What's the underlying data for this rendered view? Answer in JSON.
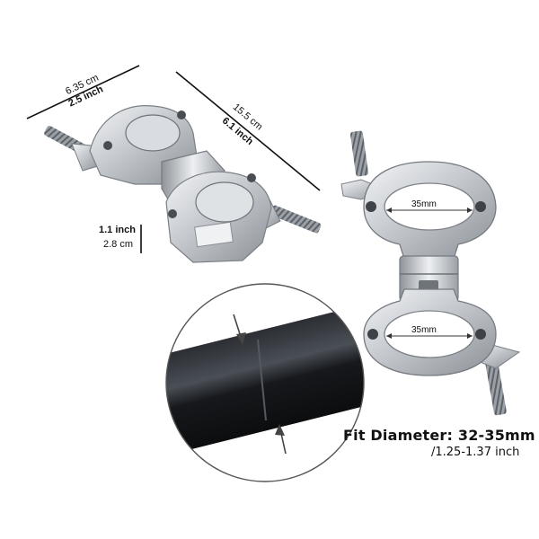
{
  "dimensions": {
    "width_cm": "6.35 cm",
    "width_inch": "2.5 inch",
    "length_cm": "15.5 cm",
    "length_inch": "6.1 inch",
    "height_inch": "1.1 inch",
    "height_cm": "2.8 cm",
    "inner_diameter_top": "35mm",
    "inner_diameter_bottom": "35mm"
  },
  "fit": {
    "title": "Fit Diameter: 32-35mm",
    "subtitle": "/1.25-1.37 inch"
  },
  "colors": {
    "metal": "#c9cdd1",
    "metal_dark": "#8a9097",
    "pipe": "#1c1e21",
    "annotation": "#111111"
  }
}
